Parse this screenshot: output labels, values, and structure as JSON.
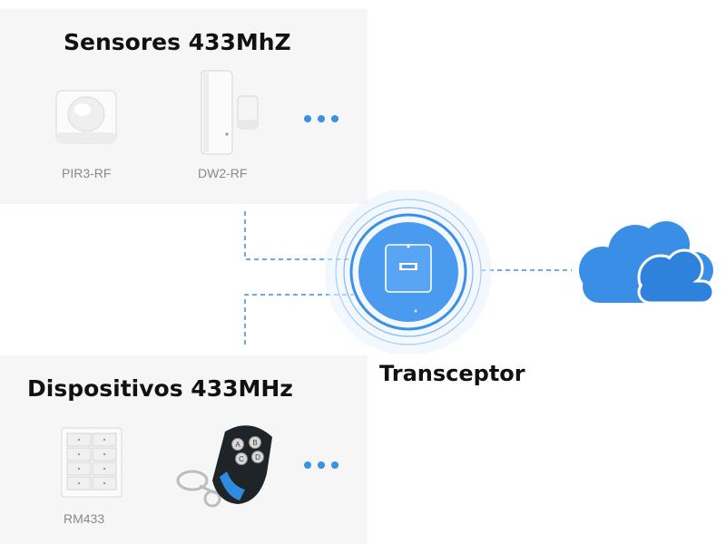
{
  "sensors_panel": {
    "title": "Sensores 433MhZ",
    "items": [
      {
        "label": "PIR3-RF",
        "icon": "motion-sensor-icon"
      },
      {
        "label": "DW2-RF",
        "icon": "door-window-sensor-icon"
      }
    ],
    "more_icon": "more-dots-icon"
  },
  "devices_panel": {
    "title": "Dispositivos 433MHz",
    "items": [
      {
        "label": "RM433",
        "icon": "wall-remote-icon"
      },
      {
        "label": "",
        "icon": "keyfob-remote-icon"
      }
    ],
    "more_icon": "more-dots-icon"
  },
  "hub": {
    "label": "Transceptor",
    "icon": "rf-bridge-icon"
  },
  "cloud": {
    "icon": "cloud-icon"
  },
  "colors": {
    "accent": "#3a8fe6",
    "hub_fill": "#4a9af0",
    "cloud_fill": "#3b8ee6",
    "panel_bg": "#f6f6f6"
  }
}
